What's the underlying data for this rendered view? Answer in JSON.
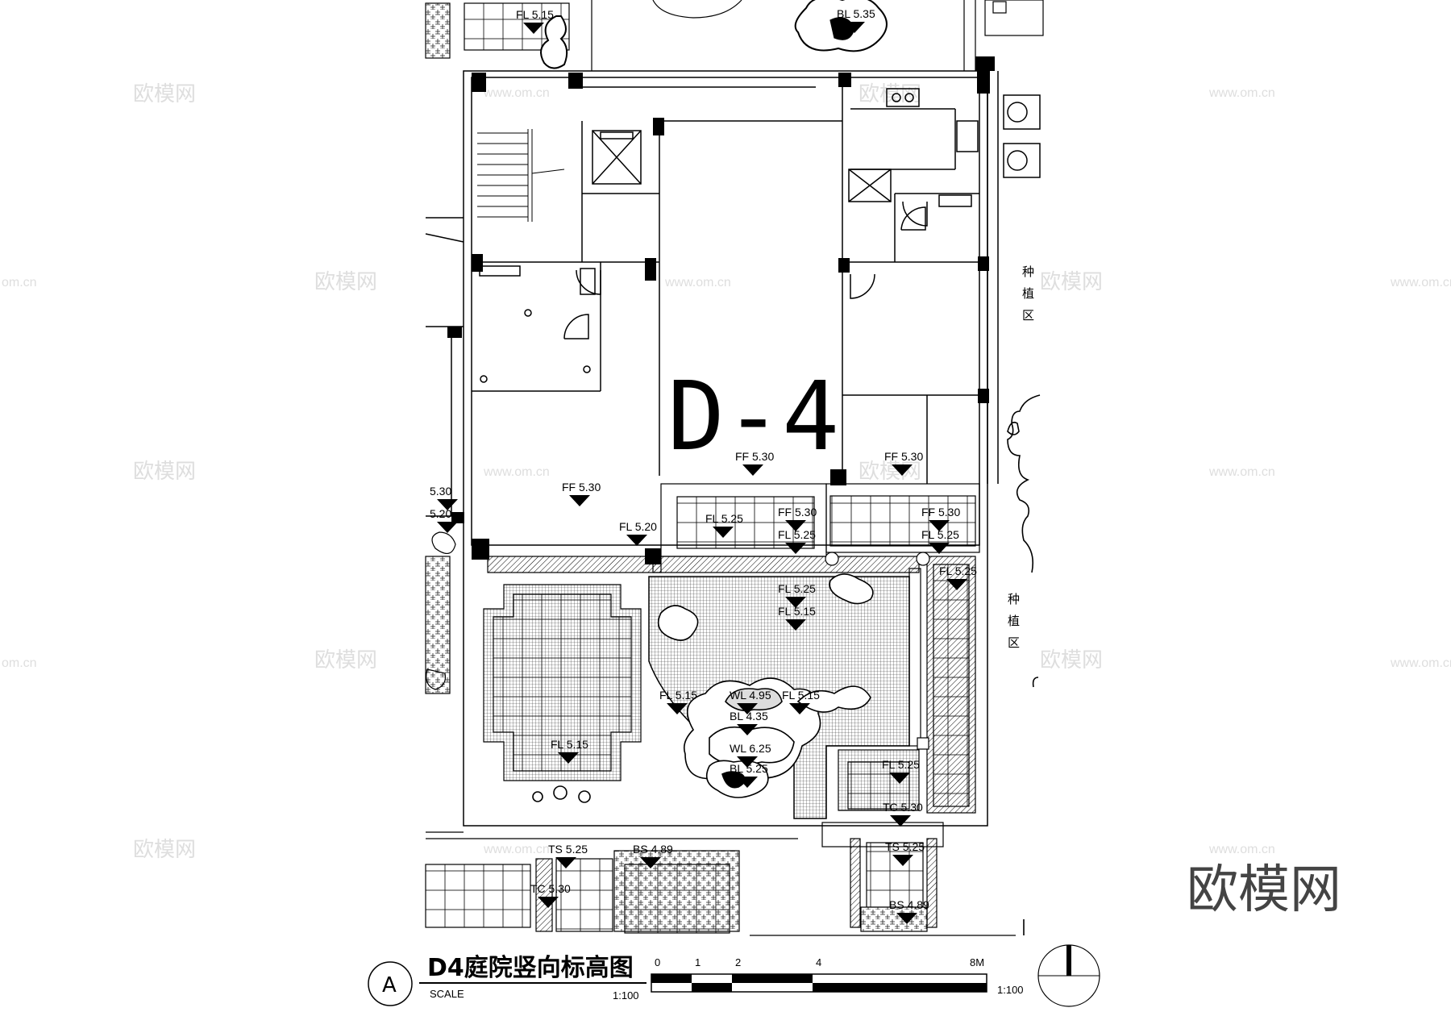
{
  "drawing": {
    "unit_id": "D-4",
    "title": "D4庭院竖向标高图",
    "scale_word": "SCALE",
    "scale_ratio": "1:100",
    "bar_scale_ratio": "1:100",
    "section_marker": "A",
    "bar_scale_ticks": [
      "0",
      "1",
      "2",
      "4",
      "8M"
    ]
  },
  "planting_zone_label": "种植区",
  "watermarks": {
    "brand": "欧模网",
    "url": "www.om.cn",
    "url_partial": "om.cn",
    "big_brand": "欧模网"
  },
  "elevations": [
    {
      "id": "e1",
      "text": "FL 5.15"
    },
    {
      "id": "e2",
      "text": "FF 5.30"
    },
    {
      "id": "e3",
      "text": "FF 5.30"
    },
    {
      "id": "e4",
      "text": "FF 5.30"
    },
    {
      "id": "e5",
      "text": "5.30"
    },
    {
      "id": "e6",
      "text": "5.20"
    },
    {
      "id": "e7",
      "text": "FF 5.30"
    },
    {
      "id": "e8",
      "text": "FL 5.20"
    },
    {
      "id": "e9",
      "text": "FL 5.25"
    },
    {
      "id": "e10",
      "text": "FF 5.30"
    },
    {
      "id": "e11",
      "text": "FL 5.25"
    },
    {
      "id": "e12",
      "text": "FF 5.30"
    },
    {
      "id": "e13",
      "text": "FL 5.25"
    },
    {
      "id": "e14",
      "text": "FL 5.25"
    },
    {
      "id": "e15",
      "text": "FL 5.25"
    },
    {
      "id": "e16",
      "text": "FL 5.15"
    },
    {
      "id": "e17",
      "text": "FL 5.15"
    },
    {
      "id": "e18",
      "text": "WL 4.95"
    },
    {
      "id": "e19",
      "text": "FL 5.15"
    },
    {
      "id": "e20",
      "text": "BL 4.35"
    },
    {
      "id": "e21",
      "text": "WL 6.25"
    },
    {
      "id": "e22",
      "text": "BL 5.25"
    },
    {
      "id": "e23",
      "text": "FL 5.15"
    },
    {
      "id": "e24",
      "text": "FL 5.25"
    },
    {
      "id": "e25",
      "text": "TC 5.30"
    },
    {
      "id": "e26",
      "text": "TS 5.25"
    },
    {
      "id": "e27",
      "text": "BS 4.89"
    },
    {
      "id": "e28",
      "text": "TS 5.25"
    },
    {
      "id": "e29",
      "text": "BS 4.89"
    },
    {
      "id": "e30",
      "text": "TC 5.30"
    },
    {
      "id": "e31",
      "text": "BL 5.35"
    }
  ]
}
